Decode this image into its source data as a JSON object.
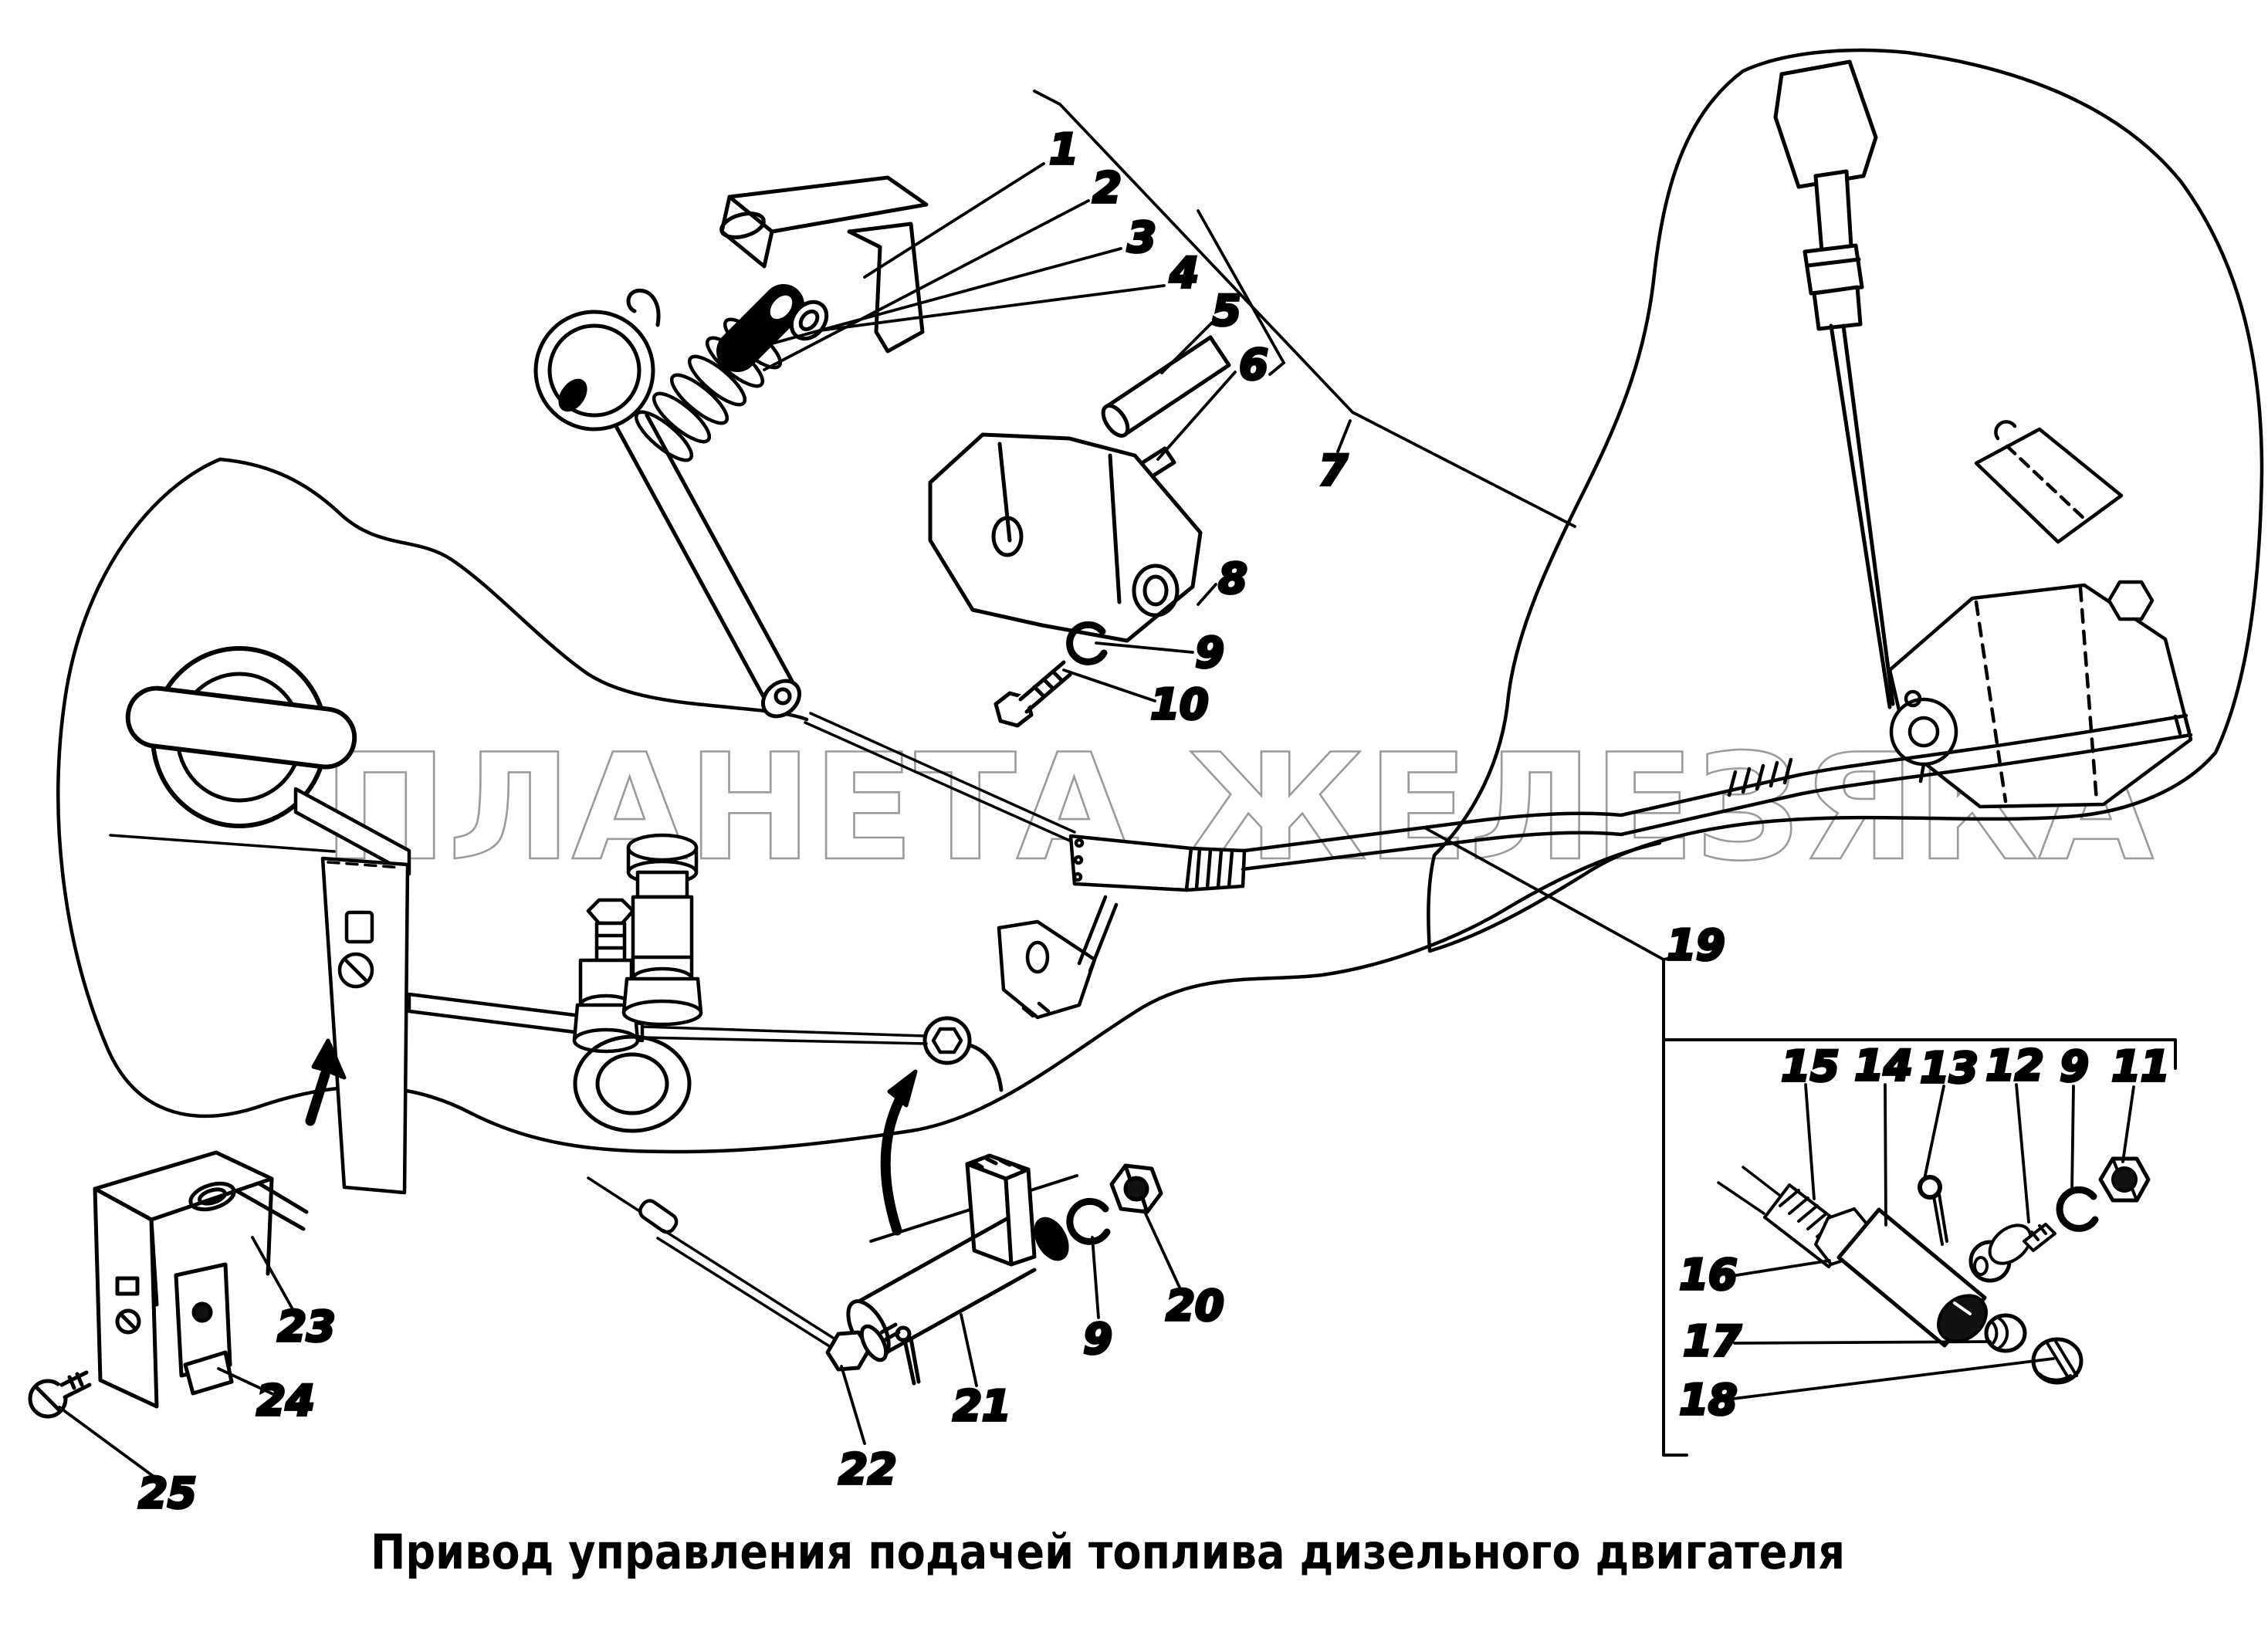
{
  "figure": {
    "caption": "Привод управления подачей топлива дизельного двигателя",
    "watermark": "ПЛАНЕТА ЖЕЛЕЗЯКА"
  },
  "callouts": {
    "n1": "1",
    "n2": "2",
    "n3": "3",
    "n4": "4",
    "n5": "5",
    "n6": "6",
    "n7": "7",
    "n8": "8",
    "n9a": "9",
    "n10": "10",
    "n19": "19",
    "n15": "15",
    "n14": "14",
    "n13": "13",
    "n12": "12",
    "n9b": "9",
    "n11": "11",
    "n16": "16",
    "n17": "17",
    "n18": "18",
    "n20": "20",
    "n9c": "9",
    "n21": "21",
    "n22": "22",
    "n23": "23",
    "n24": "24",
    "n25": "25"
  }
}
